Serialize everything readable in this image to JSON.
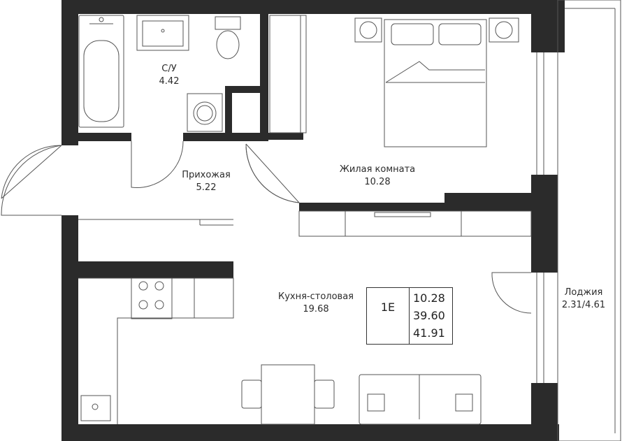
{
  "rooms": {
    "bathroom": {
      "name": "С/У",
      "area": "4.42"
    },
    "hallway": {
      "name": "Прихожая",
      "area": "5.22"
    },
    "living": {
      "name": "Жилая комната",
      "area": "10.28"
    },
    "kitchen": {
      "name": "Кухня-столовая",
      "area": "19.68"
    },
    "loggia": {
      "name": "Лоджия",
      "area": "2.31/4.61"
    }
  },
  "apartment": {
    "code": "1Е",
    "living_area": "10.28",
    "total_area": "39.60",
    "total_with_loggia": "41.91"
  },
  "colors": {
    "wall": "#2b2b2b",
    "line": "#555555",
    "background": "#ffffff"
  }
}
